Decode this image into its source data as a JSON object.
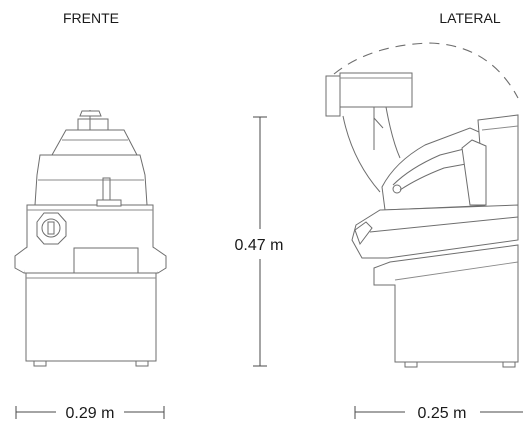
{
  "views": {
    "front_label": "FRENTE",
    "side_label": "LATERAL"
  },
  "dimensions": {
    "height": "0.47 m",
    "front_width": "0.29 m",
    "side_width": "0.25 m"
  }
}
